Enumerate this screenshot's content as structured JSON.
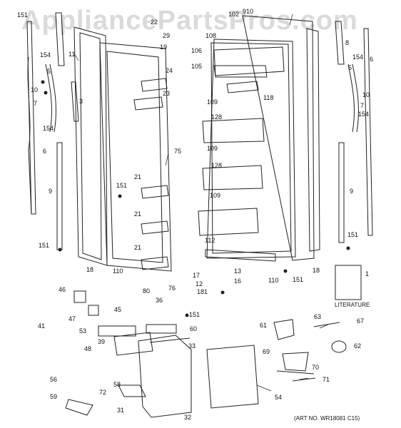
{
  "watermark": "AppliancePartsPros.com",
  "art_number": "(ART NO. WR18081 C15)",
  "literature_label": "LITERATURE",
  "callouts": [
    {
      "id": "c151a",
      "text": "151"
    },
    {
      "id": "c11",
      "text": "11"
    },
    {
      "id": "c154a",
      "text": "154"
    },
    {
      "id": "c5a",
      "text": "5"
    },
    {
      "id": "c10a",
      "text": "10"
    },
    {
      "id": "c7a",
      "text": "7"
    },
    {
      "id": "c3",
      "text": "3"
    },
    {
      "id": "c154b",
      "text": "154"
    },
    {
      "id": "c6a",
      "text": "6"
    },
    {
      "id": "c9a",
      "text": "9"
    },
    {
      "id": "c151b",
      "text": "151"
    },
    {
      "id": "c18a",
      "text": "18"
    },
    {
      "id": "c110a",
      "text": "110"
    },
    {
      "id": "c80",
      "text": "80"
    },
    {
      "id": "c76",
      "text": "76"
    },
    {
      "id": "c22",
      "text": "22"
    },
    {
      "id": "c29",
      "text": "29"
    },
    {
      "id": "c19",
      "text": "19"
    },
    {
      "id": "c24",
      "text": "24"
    },
    {
      "id": "c23",
      "text": "23"
    },
    {
      "id": "c75",
      "text": "75"
    },
    {
      "id": "c21a",
      "text": "21"
    },
    {
      "id": "c151c",
      "text": "151"
    },
    {
      "id": "c21b",
      "text": "21"
    },
    {
      "id": "c21c",
      "text": "21"
    },
    {
      "id": "c102",
      "text": "102"
    },
    {
      "id": "c910",
      "text": "910"
    },
    {
      "id": "c108",
      "text": "108"
    },
    {
      "id": "c106",
      "text": "106"
    },
    {
      "id": "c105",
      "text": "105"
    },
    {
      "id": "c118",
      "text": "118"
    },
    {
      "id": "c109a",
      "text": "109"
    },
    {
      "id": "c128a",
      "text": "128"
    },
    {
      "id": "c109b",
      "text": "109"
    },
    {
      "id": "c128b",
      "text": "128"
    },
    {
      "id": "c109c",
      "text": "109"
    },
    {
      "id": "c112",
      "text": "112"
    },
    {
      "id": "c17",
      "text": "17"
    },
    {
      "id": "c13",
      "text": "13"
    },
    {
      "id": "c12",
      "text": "12"
    },
    {
      "id": "c16",
      "text": "16"
    },
    {
      "id": "c181",
      "text": "181"
    },
    {
      "id": "c110b",
      "text": "110"
    },
    {
      "id": "c151d",
      "text": "151"
    },
    {
      "id": "c18b",
      "text": "18"
    },
    {
      "id": "c8",
      "text": "8"
    },
    {
      "id": "c6b",
      "text": "6"
    },
    {
      "id": "c154c",
      "text": "154"
    },
    {
      "id": "c5b",
      "text": "5"
    },
    {
      "id": "c10b",
      "text": "10"
    },
    {
      "id": "c7b",
      "text": "7"
    },
    {
      "id": "c154d",
      "text": "154"
    },
    {
      "id": "c9b",
      "text": "9"
    },
    {
      "id": "c151e",
      "text": "151"
    },
    {
      "id": "c1",
      "text": "1"
    },
    {
      "id": "c46",
      "text": "46"
    },
    {
      "id": "c45",
      "text": "45"
    },
    {
      "id": "c36",
      "text": "36"
    },
    {
      "id": "c47",
      "text": "47"
    },
    {
      "id": "c151f",
      "text": "151"
    },
    {
      "id": "c53",
      "text": "53"
    },
    {
      "id": "c60",
      "text": "60"
    },
    {
      "id": "c41",
      "text": "41"
    },
    {
      "id": "c39",
      "text": "39"
    },
    {
      "id": "c33",
      "text": "33"
    },
    {
      "id": "c48",
      "text": "48"
    },
    {
      "id": "c58",
      "text": "58"
    },
    {
      "id": "c56",
      "text": "56"
    },
    {
      "id": "c72",
      "text": "72"
    },
    {
      "id": "c31",
      "text": "31"
    },
    {
      "id": "c32",
      "text": "32"
    },
    {
      "id": "c59",
      "text": "59"
    },
    {
      "id": "c61",
      "text": "61"
    },
    {
      "id": "c63",
      "text": "63"
    },
    {
      "id": "c67",
      "text": "67"
    },
    {
      "id": "c62",
      "text": "62"
    },
    {
      "id": "c69",
      "text": "69"
    },
    {
      "id": "c70",
      "text": "70"
    },
    {
      "id": "c71",
      "text": "71"
    },
    {
      "id": "c54",
      "text": "54"
    }
  ]
}
